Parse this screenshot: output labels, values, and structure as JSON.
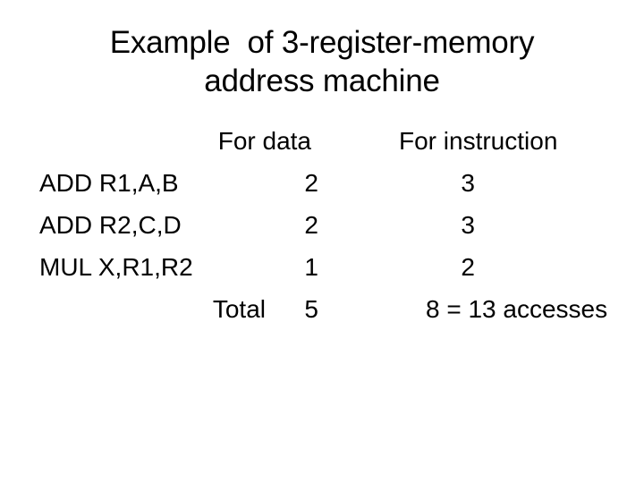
{
  "slide": {
    "title": "Example  of 3-register-memory\naddress machine",
    "background_color": "#ffffff",
    "text_color": "#000000"
  },
  "table": {
    "headers": {
      "instruction_column": "",
      "data_column": "For data",
      "instruction_count_column": "For instruction"
    },
    "rows": [
      {
        "instruction": "ADD R1,A,B",
        "for_data": "2",
        "for_instruction": "3"
      },
      {
        "instruction": "ADD R2,C,D",
        "for_data": "2",
        "for_instruction": "3"
      },
      {
        "instruction": "MUL X,R1,R2",
        "for_data": "1",
        "for_instruction": "2"
      }
    ],
    "total": {
      "label": "Total",
      "for_data": "5",
      "for_instruction": "8 = 13 accesses"
    }
  }
}
